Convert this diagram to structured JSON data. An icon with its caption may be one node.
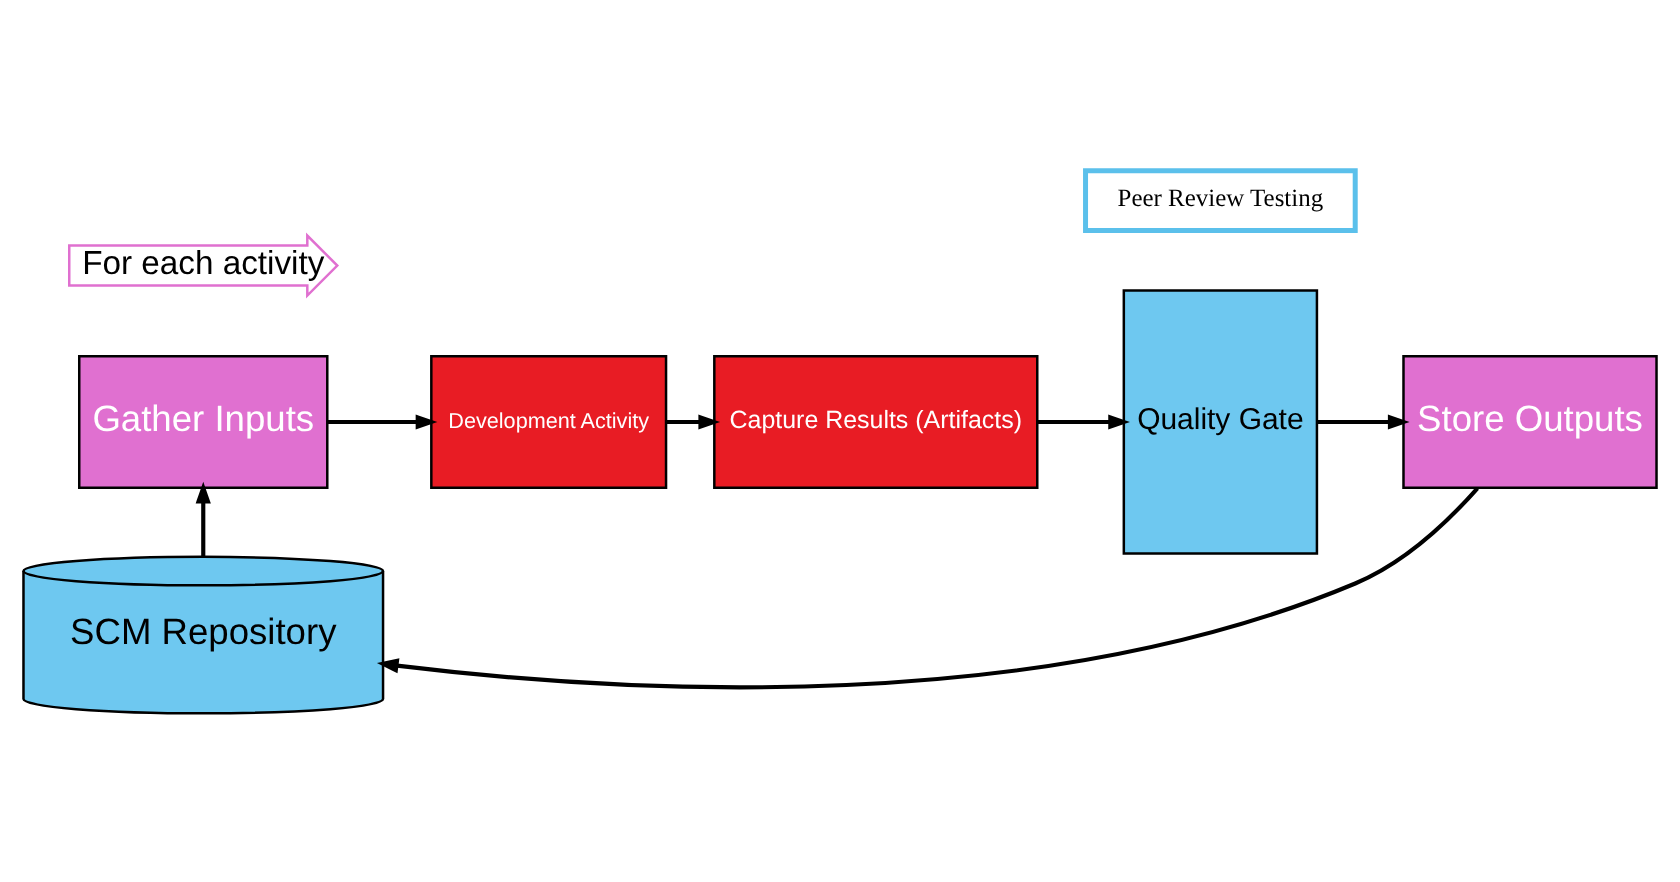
{
  "diagram": {
    "nodes": [
      {
        "text": [
          "For each activity"
        ]
      },
      {
        "text": [
          "Gather Inputs"
        ]
      },
      {
        "text": [
          "Development Activity"
        ]
      },
      {
        "text": [
          "Capture Results (Artifacts)"
        ]
      },
      {
        "text": [
          "Quality Gate"
        ]
      },
      {
        "text": [
          "Peer Review Testing"
        ]
      },
      {
        "text": [
          "Store Outputs"
        ]
      },
      {
        "text": [
          "SCM Repository"
        ]
      }
    ],
    "edges": [
      {
        "from": 1,
        "to": 2,
        "arrow": "to"
      },
      {
        "from": 2,
        "to": 3,
        "arrow": "to"
      },
      {
        "from": 3,
        "to": 4,
        "arrow": "to"
      },
      {
        "from": 4,
        "to": 6,
        "arrow": "to"
      },
      {
        "from": 6,
        "to": 7,
        "arrow": "to"
      },
      {
        "from": 7,
        "to": 1,
        "arrow": "to"
      }
    ]
  }
}
